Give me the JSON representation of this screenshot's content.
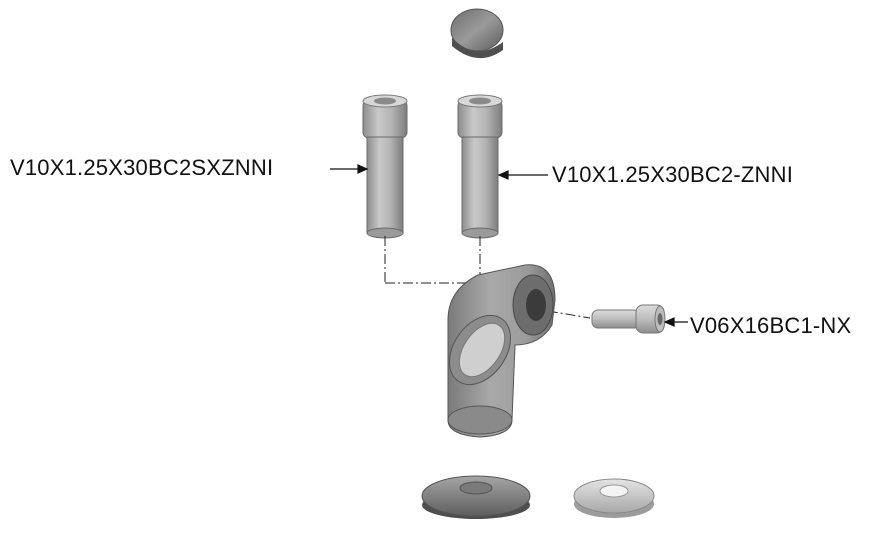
{
  "callouts": {
    "bolt_left": "V10X1.25X30BC2SXZNNI",
    "bolt_right": "V10X1.25X30BC2-ZNNI",
    "bolt_small": "V06X16BC1-NX"
  }
}
